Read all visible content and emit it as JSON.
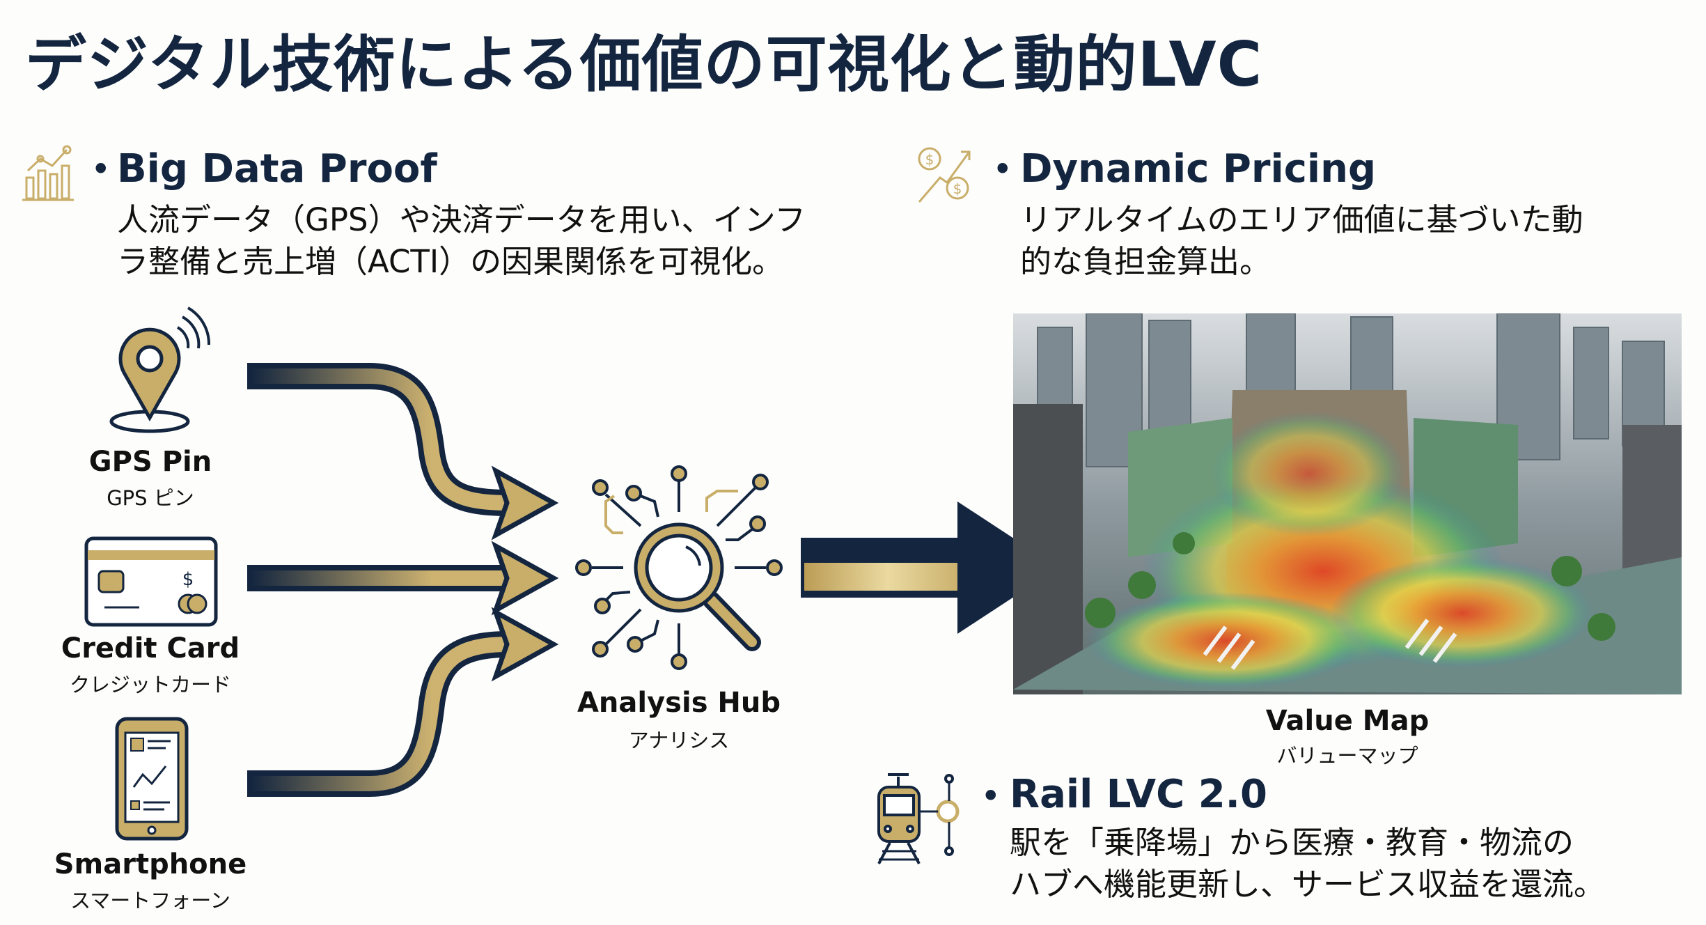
{
  "title": "デジタル技術による価値の可視化と動的LVC",
  "sections": {
    "big_data": {
      "icon": "bar-chart-icon",
      "heading": "Big Data Proof",
      "lines": [
        "人流データ（GPS）や決済データを用い、インフ",
        "ラ整備と売上増（ACTI）の因果関係を可視化。"
      ]
    },
    "dynamic_pricing": {
      "icon": "dollar-trend-icon",
      "heading": "Dynamic Pricing",
      "lines": [
        "リアルタイムのエリア価値に基づいた動",
        "的な負担金算出。"
      ]
    },
    "rail_lvc": {
      "icon": "train-hub-icon",
      "heading": "Rail LVC 2.0",
      "lines": [
        "駅を「乗降場」から医療・教育・物流の",
        "ハブへ機能更新し、サービス収益を還流。"
      ]
    }
  },
  "bullet": "•",
  "sources": [
    {
      "icon": "gps-pin-icon",
      "label": "GPS Pin",
      "sub": "GPS ピン"
    },
    {
      "icon": "credit-card-icon",
      "label": "Credit Card",
      "sub": "クレジットカード"
    },
    {
      "icon": "smartphone-icon",
      "label": "Smartphone",
      "sub": "スマートフォーン"
    }
  ],
  "hub": {
    "icon": "magnifier-network-icon",
    "label": "Analysis Hub",
    "sub": "アナリシス"
  },
  "value_map": {
    "label": "Value Map",
    "sub": "バリューマップ"
  },
  "colors": {
    "navy": "#13253f",
    "gold": "#c9ae6a",
    "gold_light": "#e6d49a"
  }
}
